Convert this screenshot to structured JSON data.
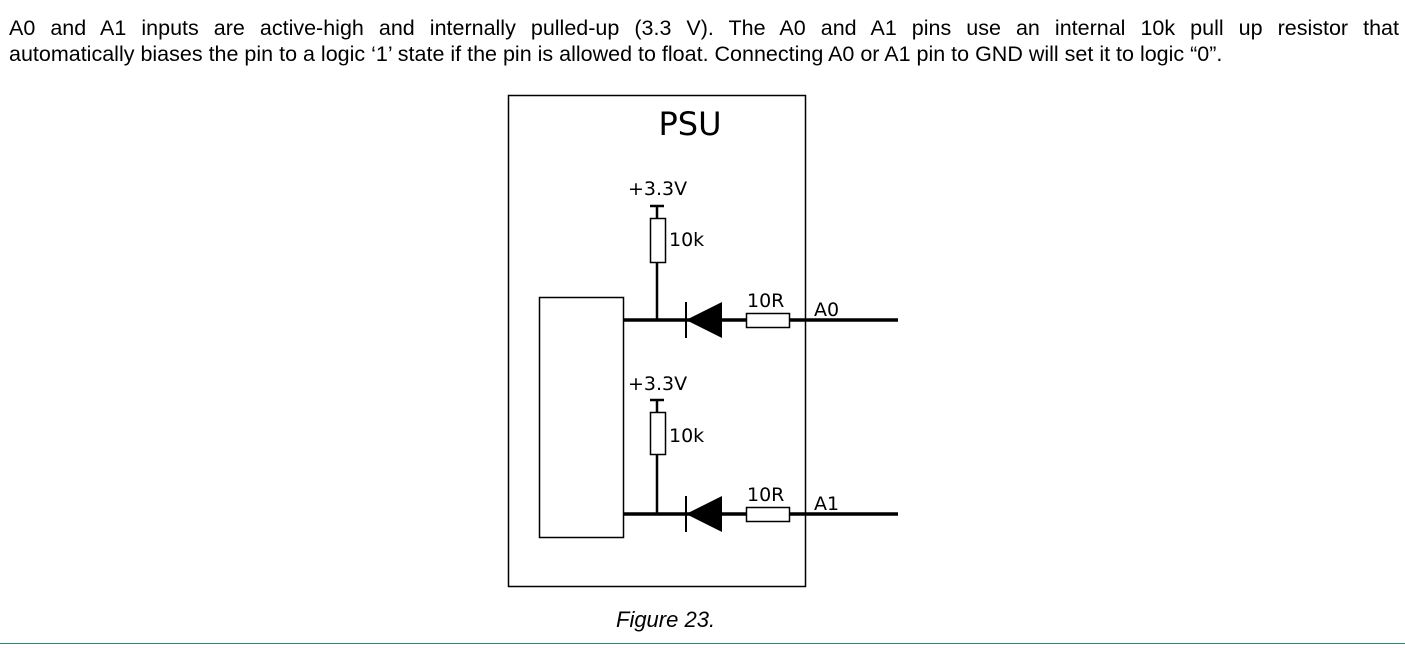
{
  "paragraph": {
    "line1": "A0 and A1 inputs are active-high and internally pulled-up (3.3 V). The A0 and A1 pins use an internal 10k pull up resistor that",
    "line2": "automatically biases the pin to a logic ‘1’ state if the pin is allowed to float. Connecting A0 or A1 pin to GND will set it to logic “0”."
  },
  "diagram": {
    "box_title": "PSU",
    "channels": [
      {
        "supply_label": "+3.3V",
        "pullup_label": "10k",
        "series_label": "10R",
        "pin_label": "A0"
      },
      {
        "supply_label": "+3.3V",
        "pullup_label": "10k",
        "series_label": "10R",
        "pin_label": "A1"
      }
    ]
  },
  "caption": "Figure 23."
}
